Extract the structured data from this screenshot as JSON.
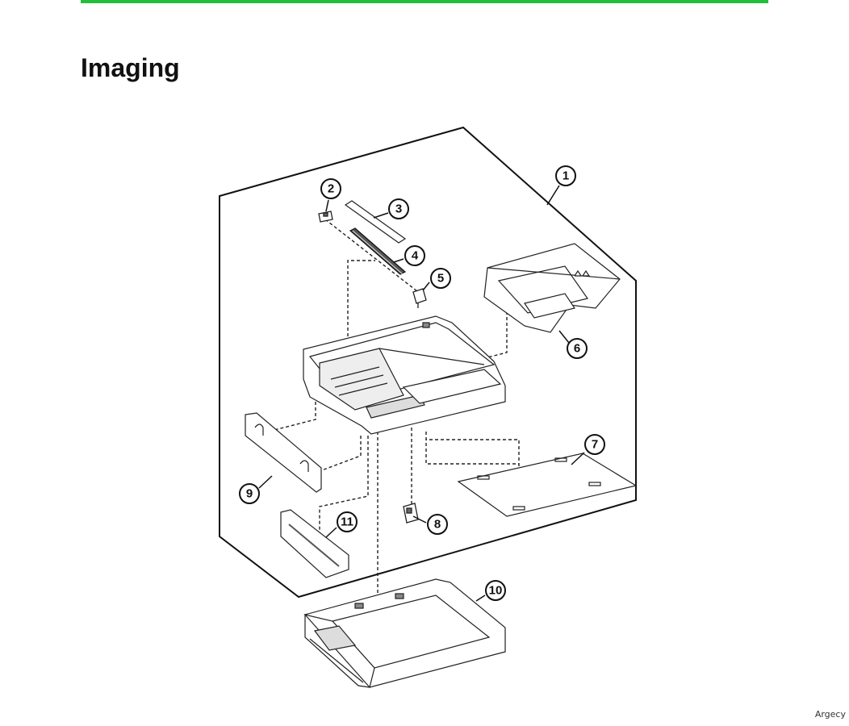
{
  "page": {
    "title": "Imaging",
    "accent_color": "#22c03a",
    "footer_brand": "Argecy"
  },
  "diagram": {
    "callouts": [
      "1",
      "2",
      "3",
      "4",
      "5",
      "6",
      "7",
      "8",
      "9",
      "10",
      "11"
    ]
  }
}
